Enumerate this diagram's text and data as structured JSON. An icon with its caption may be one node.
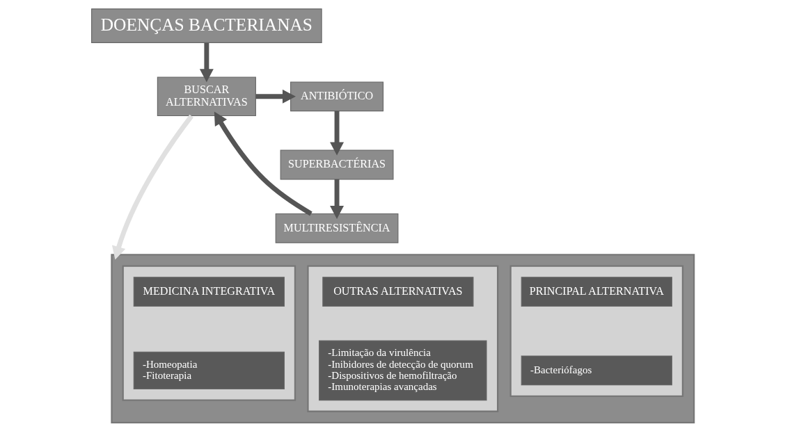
{
  "diagram": {
    "nodes": [
      {
        "text": [
          "DOENÇAS BACTERIANAS"
        ]
      },
      {
        "text": [
          "ANTIBIÓTICO"
        ]
      },
      {
        "text": [
          "BUSCAR ALTERNATIVAS"
        ]
      },
      {
        "text": [
          "SUPERBACTÉRIAS"
        ]
      },
      {
        "text": [
          "MULTIRESISTÊNCIA"
        ]
      },
      {
        "text": [],
        "shape": "box"
      },
      {
        "text": [],
        "shape": "box",
        "in": 5
      },
      {
        "text": [
          "PRINCIPAL ALTERNATIVA"
        ],
        "in": 6
      },
      {
        "text": [
          "-Bacteriófagos"
        ],
        "in": 6
      },
      {
        "text": [],
        "shape": "box",
        "in": 5
      },
      {
        "text": [
          "MEDICINA INTEGRATIVA"
        ],
        "in": 9
      },
      {
        "text": [
          "-Homeopatia",
          "-Fitoterapia"
        ],
        "in": 9
      },
      {
        "text": [],
        "shape": "box",
        "in": 5
      },
      {
        "text": [
          "OUTRAS ALTERNATIVAS"
        ],
        "in": 12
      },
      {
        "text": [
          "-Limitação da virulência",
          "-Inibidores de detecção de quorum",
          "-Dispositivos de hemofiltração",
          "-Imunoterapias avançadas"
        ],
        "in": 12
      }
    ],
    "edges": [
      {
        "from": 0,
        "to": 2,
        "arrow": "to"
      },
      {
        "from": 2,
        "to": 1,
        "arrow": "to"
      },
      {
        "from": 1,
        "to": 3,
        "arrow": "to"
      },
      {
        "from": 3,
        "to": 4,
        "arrow": "to"
      },
      {
        "from": 4,
        "to": 2,
        "arrow": "to"
      },
      {
        "from": 2,
        "to": 5,
        "arrow": "to",
        "color": "#e0e0e0"
      }
    ]
  }
}
